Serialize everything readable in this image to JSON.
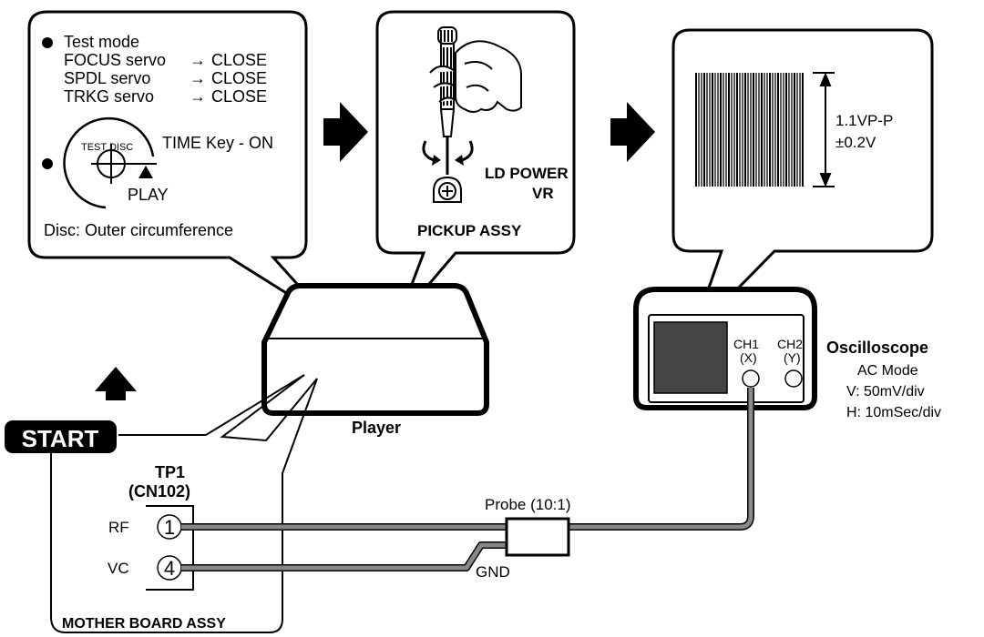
{
  "test_panel": {
    "mode_heading": "Test mode",
    "servos": [
      {
        "name": "FOCUS servo",
        "state": "CLOSE"
      },
      {
        "name": "SPDL servo",
        "state": "CLOSE"
      },
      {
        "name": "TRKG servo",
        "state": "CLOSE"
      }
    ],
    "disc_label": "TEST DISC",
    "time_key": "TIME Key - ON",
    "play_label": "PLAY",
    "disc_note": "Disc: Outer circumference"
  },
  "pickup_panel": {
    "vr_line1": "LD POWER",
    "vr_line2": "VR",
    "assy_label": "PICKUP ASSY"
  },
  "scope_panel": {
    "amplitude": "1.1VP-P",
    "tolerance": "±0.2V"
  },
  "player": {
    "label": "Player"
  },
  "oscilloscope": {
    "title": "Oscilloscope",
    "mode": "AC Mode",
    "v_setting": "V: 50mV/div",
    "h_setting": "H: 10mSec/div",
    "ch1": "CH1",
    "ch1_sub": "(X)",
    "ch2": "CH2",
    "ch2_sub": "(Y)"
  },
  "start_label": "START",
  "board": {
    "tp_label": "TP1",
    "connector": "(CN102)",
    "pins": [
      {
        "name": "RF",
        "number": "1"
      },
      {
        "name": "VC",
        "number": "4"
      }
    ],
    "assy_label": "MOTHER BOARD ASSY"
  },
  "probe": {
    "label": "Probe (10:1)",
    "gnd": "GND"
  }
}
